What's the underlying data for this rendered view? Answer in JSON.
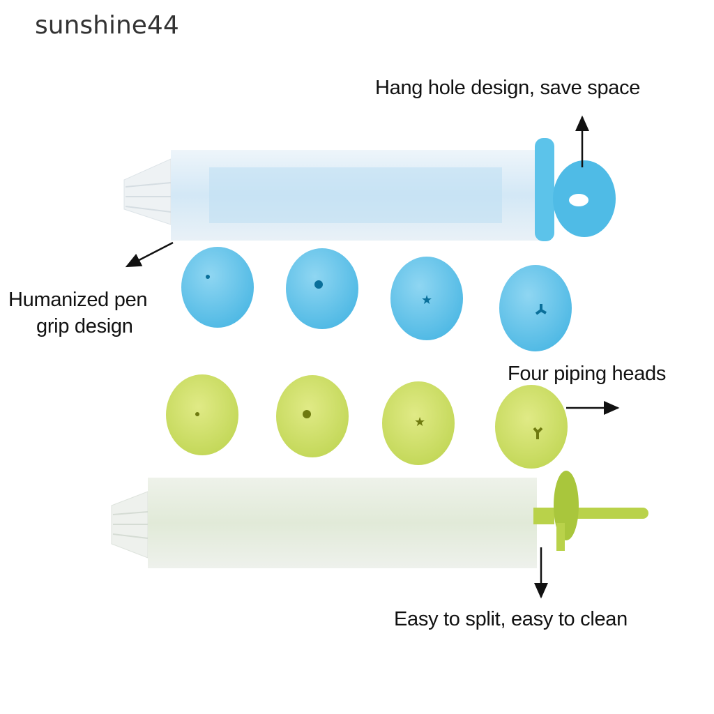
{
  "watermark": "sunshine44",
  "labels": {
    "hang_hole": "Hang hole design, save space",
    "pen_grip_line1": "Humanized pen",
    "pen_grip_line2": "grip design",
    "piping_heads": "Four piping heads",
    "split_clean": "Easy to split, easy to clean"
  },
  "colors": {
    "blue": "#5cc3ea",
    "green": "#c8dc5a",
    "blue_body": "#dcebf5",
    "green_body": "#e3ecdf"
  }
}
